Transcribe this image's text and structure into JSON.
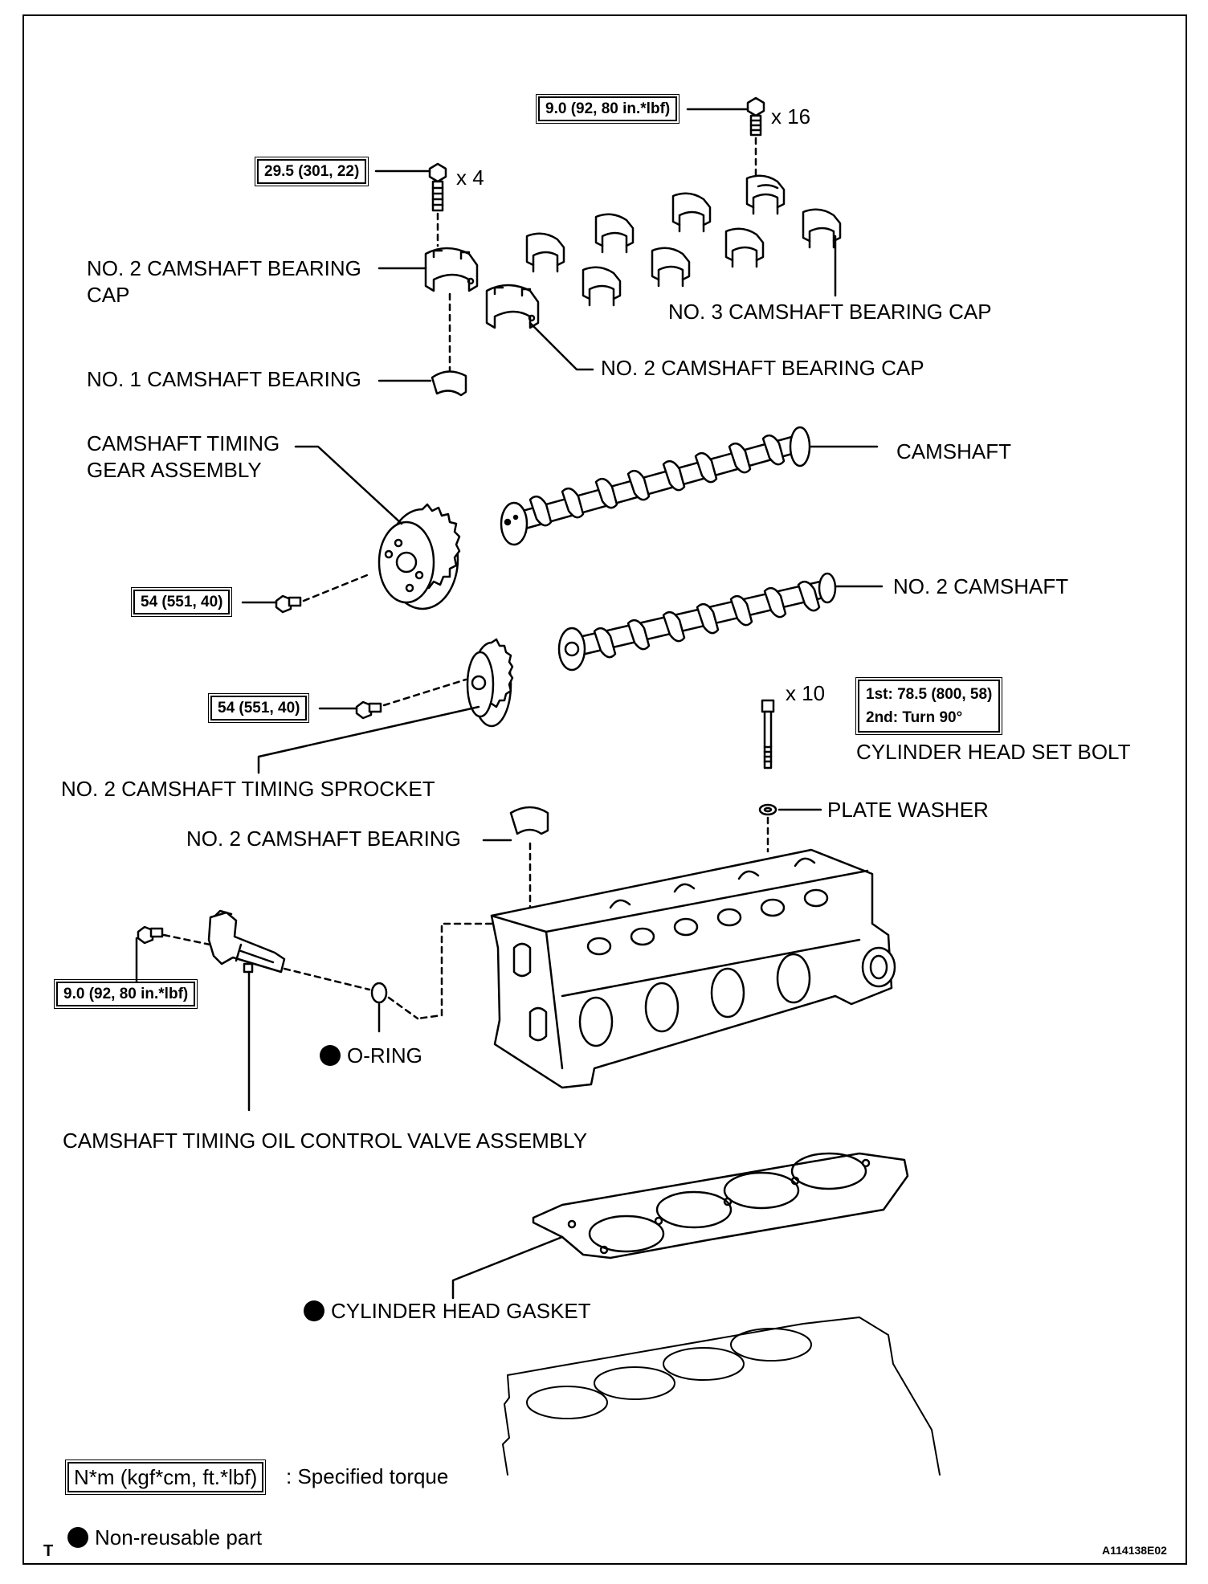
{
  "labels": {
    "no2_cap_left": "NO. 2 CAMSHAFT BEARING",
    "no2_cap_left_line2": "CAP",
    "no1_bearing": "NO. 1 CAMSHAFT BEARING",
    "no3_cap": "NO. 3 CAMSHAFT BEARING CAP",
    "no2_cap_right": "NO. 2 CAMSHAFT BEARING CAP",
    "timing_gear_1": "CAMSHAFT TIMING",
    "timing_gear_2": "GEAR ASSEMBLY",
    "camshaft": "CAMSHAFT",
    "no2_camshaft": "NO. 2 CAMSHAFT",
    "no2_sprocket": "NO. 2 CAMSHAFT TIMING SPROCKET",
    "head_set_bolt": "CYLINDER HEAD SET BOLT",
    "plate_washer": "PLATE WASHER",
    "no2_bearing": "NO. 2 CAMSHAFT BEARING",
    "o_ring": "O-RING",
    "ocv": "CAMSHAFT TIMING OIL CONTROL VALVE ASSEMBLY",
    "gasket": "CYLINDER HEAD GASKET"
  },
  "torques": {
    "cap_bolt_16": "9.0 (92, 80 in.*lbf)",
    "cap_bolt_4": "29.5 (301, 22)",
    "gear_bolt": "54 (551, 40)",
    "sprocket_bolt": "54 (551, 40)",
    "ocv_bolt": "9.0 (92, 80 in.*lbf)",
    "head_bolt_1st": "1st:  78.5 (800, 58)",
    "head_bolt_2nd": "2nd:  Turn 90°"
  },
  "quantities": {
    "x16": "x 16",
    "x4": "x 4",
    "x10": "x 10"
  },
  "legend": {
    "torque_unit": "N*m (kgf*cm, ft.*lbf)",
    "torque_desc": ": Specified torque",
    "non_reusable": "Non-reusable part"
  },
  "footer": {
    "corner_letter": "T",
    "figure_code": "A114138E02"
  }
}
